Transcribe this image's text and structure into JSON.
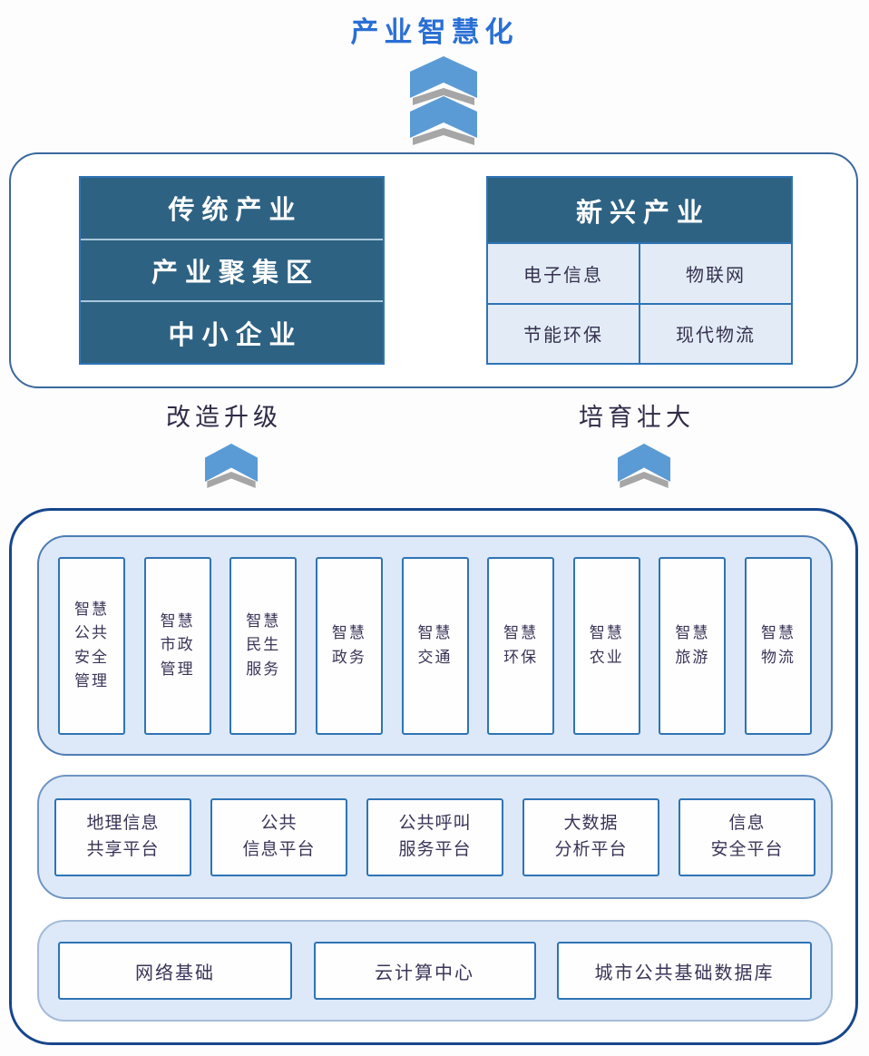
{
  "title": "产业智慧化",
  "top_section": {
    "traditional": {
      "rows": [
        "传统产业",
        "产业聚集区",
        "中小企业"
      ]
    },
    "emerging": {
      "header": "新兴产业",
      "cells": [
        "电子信息",
        "物联网",
        "节能环保",
        "现代物流"
      ]
    }
  },
  "transition": {
    "left_label": "改造升级",
    "right_label": "培育壮大"
  },
  "smart_city": {
    "applications": [
      "智慧\n公共\n安全\n管理",
      "智慧\n市政\n管理",
      "智慧\n民生\n服务",
      "智慧\n政务",
      "智慧\n交通",
      "智慧\n环保",
      "智慧\n农业",
      "智慧\n旅游",
      "智慧\n物流"
    ],
    "platforms": [
      "地理信息\n共享平台",
      "公共\n信息平台",
      "公共呼叫\n服务平台",
      "大数据\n分析平台",
      "信息\n安全平台"
    ],
    "infrastructure": [
      "网络基础",
      "云计算中心",
      "城市公共基础数据库"
    ]
  },
  "icons": {
    "top_arrow": "double-chevron-up-icon",
    "transition_arrow": "chevron-up-icon"
  },
  "colors": {
    "title_blue": "#2a6fd4",
    "header_teal": "#2e6283",
    "chevron_blue": "#5b9bd5",
    "chevron_gray": "#a6a6a6",
    "cell_light_blue": "#e3ecf6",
    "panel_light_blue": "#dde9f8",
    "box_border_blue": "#2e74b5",
    "outer_border_navy": "#17468b",
    "text_dark": "#3a3557"
  }
}
